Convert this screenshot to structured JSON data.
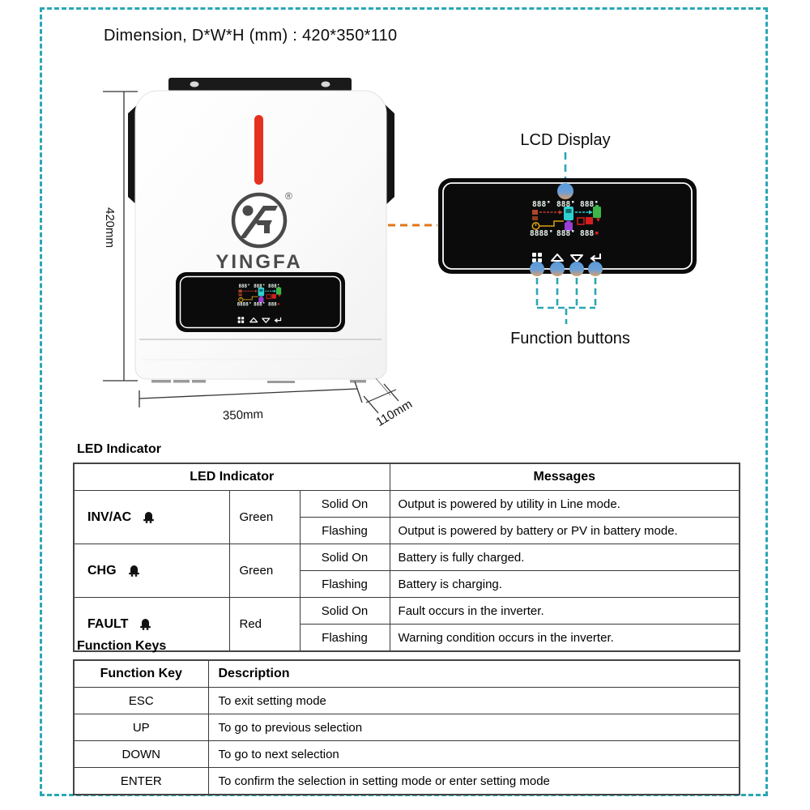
{
  "page": {
    "title": "Dimension,  D*W*H  (mm) : 420*350*110"
  },
  "device": {
    "brand": "YINGFA",
    "registered_symbol": "®",
    "height_label": "420mm",
    "width_label": "350mm",
    "depth_label": "110mm"
  },
  "callout": {
    "lcd_display_label": "LCD Display",
    "function_buttons_label": "Function buttons",
    "lcd_screen": {
      "top_readouts": [
        "888",
        "888",
        "888"
      ],
      "bottom_readouts": [
        "8888",
        "888",
        "888"
      ]
    }
  },
  "led_section": {
    "heading": "LED Indicator",
    "table": {
      "col_indicator": "LED Indicator",
      "col_messages": "Messages",
      "rows": [
        {
          "name": "INV/AC",
          "color": "Green",
          "states": [
            {
              "state": "Solid On",
              "message": "Output is powered by utility in Line mode."
            },
            {
              "state": "Flashing",
              "message": "Output is powered by battery or PV in battery mode."
            }
          ]
        },
        {
          "name": "CHG",
          "color": "Green",
          "states": [
            {
              "state": "Solid On",
              "message": "Battery is fully charged."
            },
            {
              "state": "Flashing",
              "message": "Battery is charging."
            }
          ]
        },
        {
          "name": "FAULT",
          "color": "Red",
          "states": [
            {
              "state": "Solid On",
              "message": "Fault occurs in the inverter."
            },
            {
              "state": "Flashing",
              "message": "Warning condition occurs in the inverter."
            }
          ]
        }
      ]
    }
  },
  "function_keys_section": {
    "heading": "Function Keys",
    "table": {
      "col_key": "Function Key",
      "col_description": "Description",
      "rows": [
        {
          "key": "ESC",
          "description": "To exit setting mode"
        },
        {
          "key": "UP",
          "description": "To go to previous selection"
        },
        {
          "key": "DOWN",
          "description": "To go to next selection"
        },
        {
          "key": "ENTER",
          "description": "To confirm the selection in setting mode or enter setting mode"
        }
      ]
    }
  },
  "colors": {
    "accent_teal": "#2aa7b5",
    "accent_orange": "#e2761b",
    "led_strip_red": "#e53020",
    "panel_black": "#0b0b0b",
    "led_green_label": "Green",
    "led_red_label": "Red"
  }
}
